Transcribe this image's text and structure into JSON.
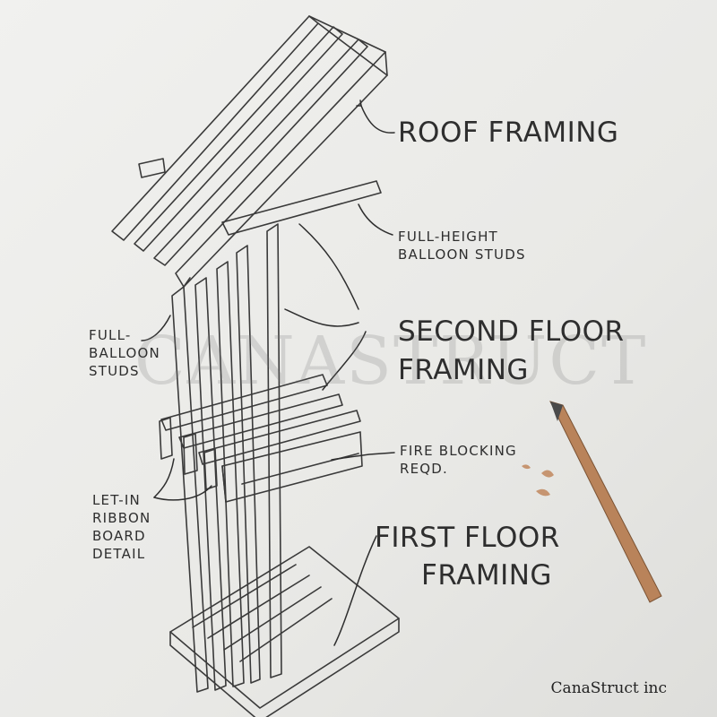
{
  "labels": {
    "roof_framing": "ROOF FRAMING",
    "full_height_line1": "FULL-HEIGHT",
    "full_height_line2": "BALLOON STUDS",
    "second_floor_line1": "SECOND FLOOR",
    "second_floor_line2": "FRAMING",
    "full_balloon_line1": "FULL-",
    "full_balloon_line2": "BALLOON",
    "full_balloon_line3": "STUDS",
    "fire_blocking_line1": "FIRE BLOCKING",
    "fire_blocking_line2": "REQD.",
    "let_in_line1": "LET-IN",
    "let_in_line2": "RIBBON",
    "let_in_line3": "BOARD",
    "let_in_line4": "DETAIL",
    "first_floor_line1": "FIRST FLOOR",
    "first_floor_line2": "FRAMING"
  },
  "watermark": "CANASTRUCT",
  "brand": "CanaStruct inc",
  "colors": {
    "pencil_line": "#3a3a3a",
    "paper": "#ececea"
  }
}
